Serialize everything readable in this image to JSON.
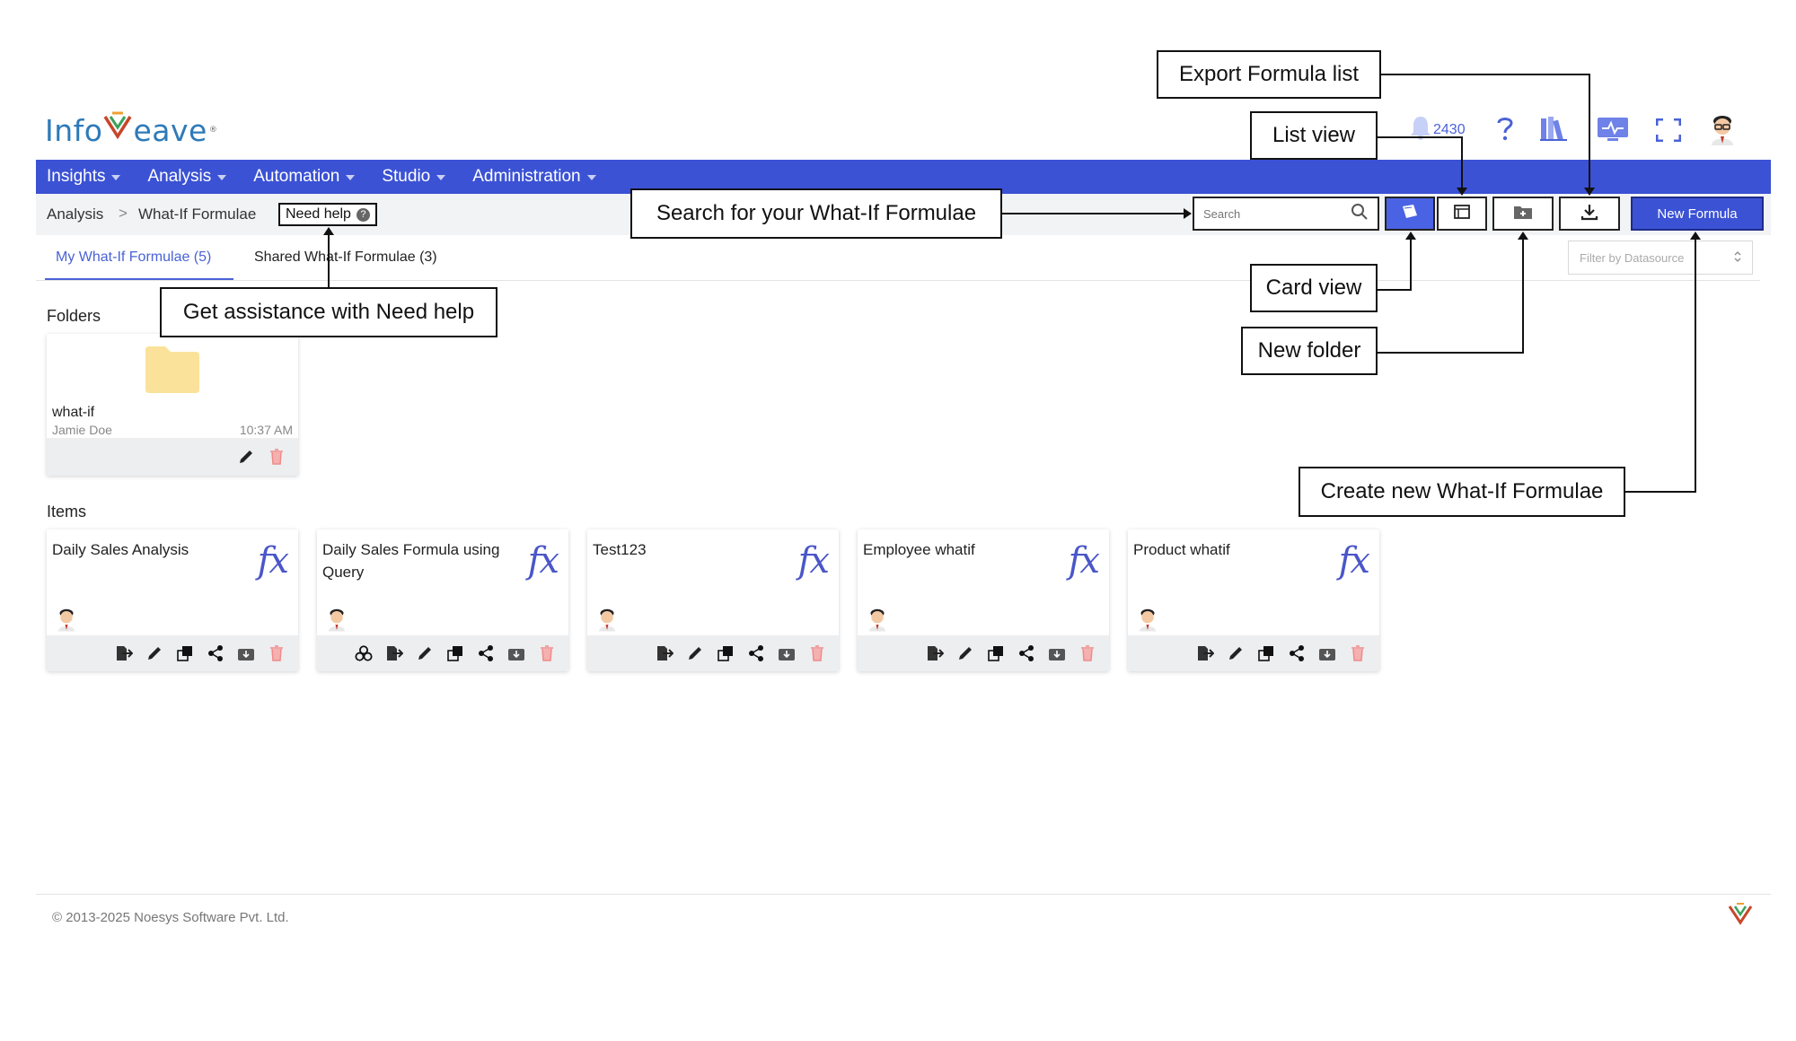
{
  "header": {
    "logo_text_left": "Info",
    "logo_text_right": "eave",
    "logo_mark": "®",
    "notification_count": "2430",
    "icons": [
      "bell-icon",
      "help-icon",
      "library-icon",
      "monitor-icon",
      "fullscreen-icon",
      "user-avatar"
    ]
  },
  "nav": {
    "items": [
      {
        "label": "Insights"
      },
      {
        "label": "Analysis"
      },
      {
        "label": "Automation"
      },
      {
        "label": "Studio"
      },
      {
        "label": "Administration"
      }
    ]
  },
  "breadcrumb": {
    "items": [
      "Analysis",
      "What-If Formulae"
    ],
    "separator": ">",
    "need_help": "Need help",
    "help_glyph": "?"
  },
  "toolbar": {
    "search_placeholder": "Search",
    "new_formula_label": "New Formula",
    "filter_placeholder": "Filter by Datasource"
  },
  "tabs": [
    {
      "label": "My What-If Formulae (5)",
      "active": true
    },
    {
      "label": "Shared What-If Formulae (3)",
      "active": false
    }
  ],
  "folders": {
    "heading": "Folders",
    "items": [
      {
        "name": "what-if",
        "owner": "Jamie Doe",
        "time": "10:37 AM"
      }
    ]
  },
  "items": {
    "heading": "Items",
    "fx_glyph": "fx",
    "cards": [
      {
        "title": "Daily Sales Analysis",
        "actions": [
          "move-icon",
          "edit-icon",
          "copy-icon",
          "share-icon",
          "download-icon",
          "delete-icon"
        ]
      },
      {
        "title": "Daily Sales Formula using Query",
        "actions": [
          "query-icon",
          "move-icon",
          "edit-icon",
          "copy-icon",
          "share-icon",
          "download-icon",
          "delete-icon"
        ]
      },
      {
        "title": "Test123",
        "actions": [
          "move-icon",
          "edit-icon",
          "copy-icon",
          "share-icon",
          "download-icon",
          "delete-icon"
        ]
      },
      {
        "title": "Employee whatif",
        "actions": [
          "move-icon",
          "edit-icon",
          "copy-icon",
          "share-icon",
          "download-icon",
          "delete-icon"
        ]
      },
      {
        "title": "Product whatif",
        "actions": [
          "move-icon",
          "edit-icon",
          "copy-icon",
          "share-icon",
          "download-icon",
          "delete-icon"
        ]
      }
    ]
  },
  "callouts": {
    "export": "Export Formula list",
    "list_view": "List view",
    "search": "Search for your What-If Formulae",
    "need_help": "Get assistance with Need help",
    "card_view": "Card view",
    "new_folder": "New folder",
    "create_new": "Create new What-If Formulae"
  },
  "footer": {
    "copyright": "© 2013-2025 Noesys Software Pvt. Ltd."
  },
  "colors": {
    "nav_bg": "#3b52d4",
    "accent": "#4a62d6",
    "folder": "#fbe29a",
    "delete": "#f08a8a"
  }
}
